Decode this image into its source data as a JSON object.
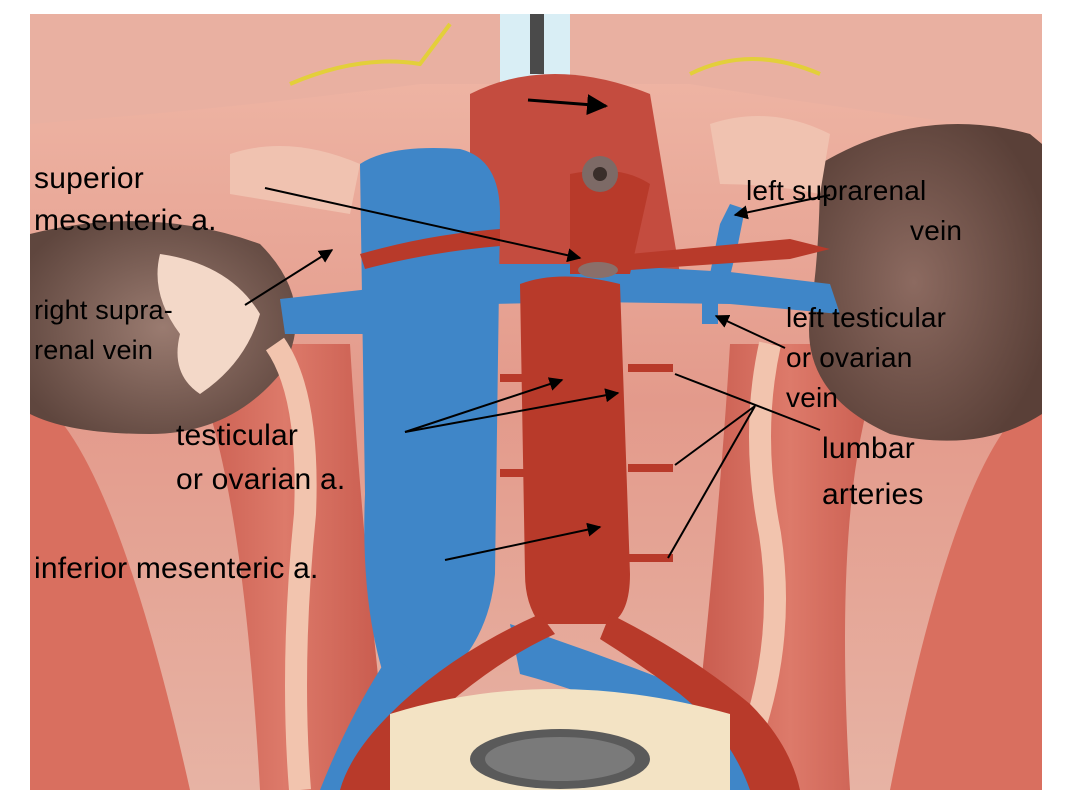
{
  "image": {
    "subject": "anatomical-model",
    "colors": {
      "artery": "#b83a2a",
      "vein": "#3f86c8",
      "muscle": "#c9564a",
      "kidney": "#7a5a50",
      "ureter": "#f2c4ae",
      "background_tissue": "#e8a89a"
    }
  },
  "labels": {
    "superior_mesenteric_1": "superior",
    "superior_mesenteric_2": "mesenteric a.",
    "right_suprarenal_1": "right supra-",
    "right_suprarenal_2": "renal vein",
    "testicular_artery_1": "testicular",
    "testicular_artery_2": "or ovarian a.",
    "inferior_mesenteric": "inferior mesenteric a.",
    "left_suprarenal_1": "left suprarenal",
    "left_suprarenal_2": "vein",
    "left_testicular_1": "left testicular",
    "left_testicular_2": "or ovarian",
    "left_testicular_3": "vein",
    "lumbar_1": "lumbar",
    "lumbar_2": "arteries"
  }
}
